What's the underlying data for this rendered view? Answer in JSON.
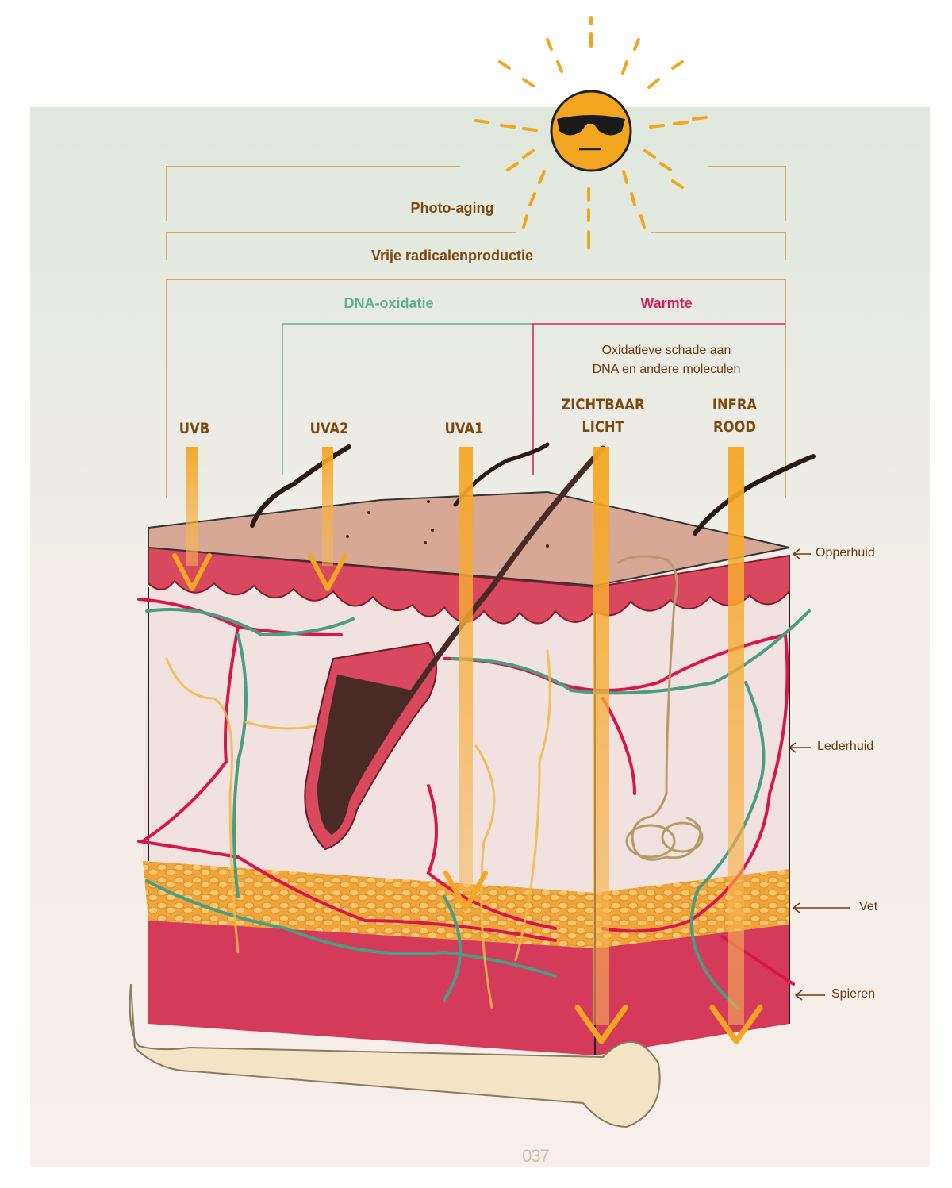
{
  "bands": {
    "photo_aging": "Photo-aging",
    "free_radicals": "Vrije radicalenproductie",
    "dna_oxidation": "DNA-oxidatie",
    "heat": "Warmte",
    "oxidative_note": "Oxidatieve schade aan\nDNA en andere moleculen"
  },
  "rays": [
    {
      "key": "uvb",
      "label": "UVB"
    },
    {
      "key": "uva2",
      "label": "UVA2"
    },
    {
      "key": "uva1",
      "label": "UVA1"
    },
    {
      "key": "visible",
      "label": "ZICHTBAAR\nLICHT"
    },
    {
      "key": "infrared",
      "label": "INFRA\nROOD"
    }
  ],
  "layers": {
    "epidermis": "Opperhuid",
    "dermis": "Lederhuid",
    "fat": "Vet",
    "muscle": "Spieren"
  },
  "page_number": "037",
  "colors": {
    "bracket_gold": "#c99a3a",
    "dna_green": "#5fae94",
    "heat_red": "#d81e5b",
    "label_brown": "#7a4a12",
    "ray_orange": "#f5a623",
    "sun": "#f2a51f",
    "vessel_red": "#d8164a",
    "vessel_green": "#4a9c82",
    "nerve_yellow": "#f0b84a"
  },
  "icons": [
    "sun-with-sunglasses-icon",
    "hair-icon",
    "sweat-gland-icon",
    "bone-icon"
  ]
}
